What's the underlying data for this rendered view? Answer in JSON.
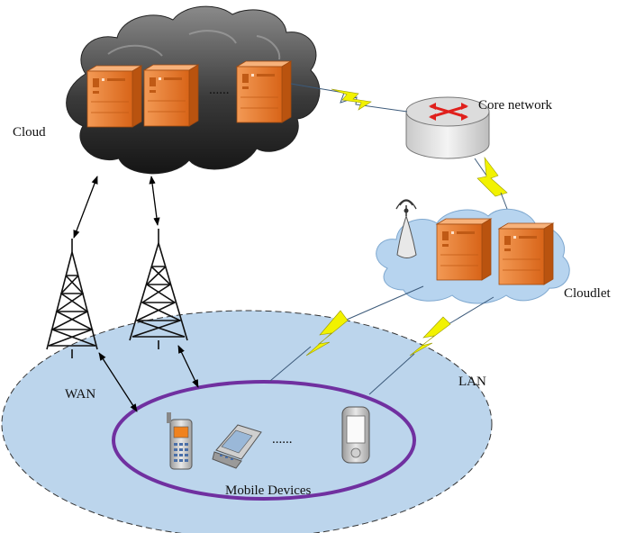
{
  "labels": {
    "cloud": "Cloud",
    "core_network": "Core network",
    "cloudlet": "Cloudlet",
    "wan": "WAN",
    "lan": "LAN",
    "mobile_devices": "Mobile Devices",
    "server_ellipsis": "......",
    "device_ellipsis": "......"
  },
  "colors": {
    "lan_fill": "#bcd5ec",
    "mobile_ring": "#7030a0",
    "server_orange": "#ee7d32",
    "cloud_dark": "#333333",
    "cloudlet_fill": "#b7d4ef",
    "lightning": "#f2f200"
  },
  "icons": {
    "cloud": "dark-storm-cloud",
    "servers": "server-rack-icon",
    "router": "router-icon",
    "tower": "cell-tower-icon",
    "antenna": "wireless-access-point-icon",
    "devices": [
      "feature-phone-icon",
      "flip-phone-icon",
      "pda-icon"
    ]
  }
}
